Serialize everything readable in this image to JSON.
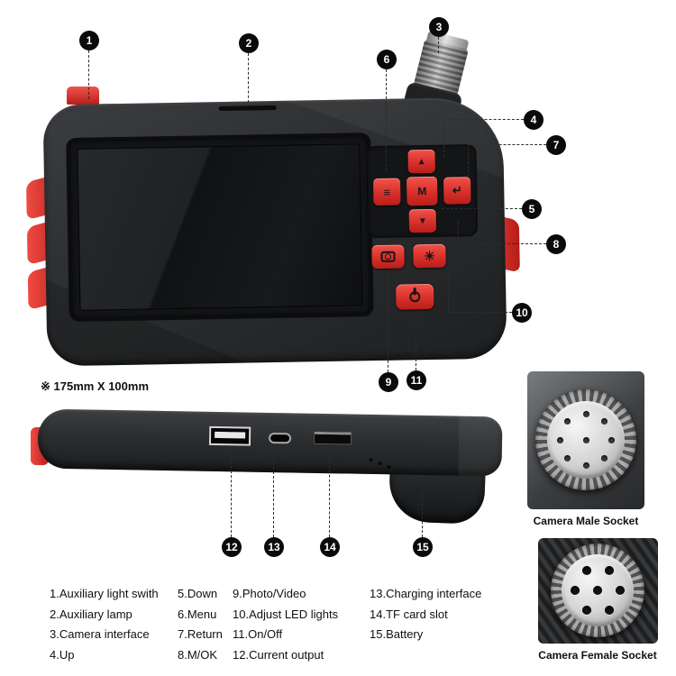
{
  "note": "※ 175mm X 100mm",
  "callouts": [
    {
      "n": "1"
    },
    {
      "n": "2"
    },
    {
      "n": "3"
    },
    {
      "n": "4"
    },
    {
      "n": "5"
    },
    {
      "n": "6"
    },
    {
      "n": "7"
    },
    {
      "n": "8"
    },
    {
      "n": "9"
    },
    {
      "n": "10"
    },
    {
      "n": "11"
    },
    {
      "n": "12"
    },
    {
      "n": "13"
    },
    {
      "n": "14"
    },
    {
      "n": "15"
    }
  ],
  "device": {
    "dpad": {
      "up": "▲",
      "down": "▼",
      "menu": "≡",
      "back": "↵",
      "ok": "M"
    },
    "light_icon": "☀"
  },
  "sockets": {
    "male_label": "Camera Male Socket",
    "female_label": "Camera Female Socket"
  },
  "legend": {
    "columns": [
      {
        "items": [
          "1.Auxiliary light swith",
          "2.Auxiliary lamp",
          "3.Camera interface",
          "4.Up"
        ]
      },
      {
        "items": [
          "5.Down",
          "6.Menu",
          "7.Return",
          "8.M/OK"
        ]
      },
      {
        "items": [
          "9.Photo/Video",
          "10.Adjust LED lights",
          "11.On/Off",
          "12.Current output"
        ]
      },
      {
        "items": [
          "13.Charging interface",
          "14.TF card slot",
          "15.Battery"
        ]
      }
    ]
  },
  "colors": {
    "accent_red": "#d92b27",
    "body_dark": "#2b2d2f"
  }
}
